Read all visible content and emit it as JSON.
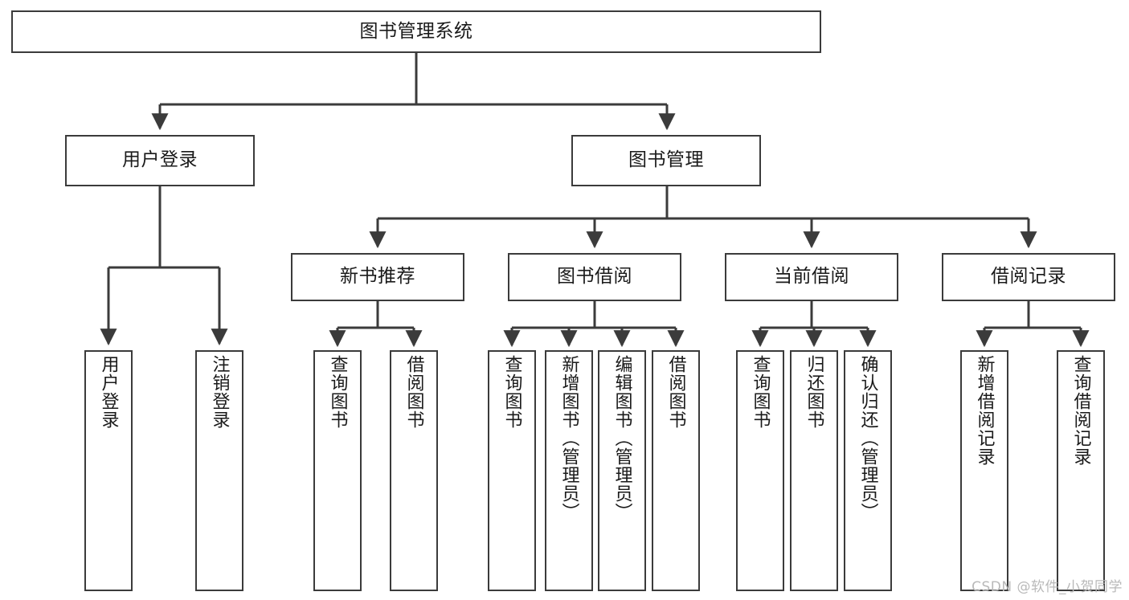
{
  "diagram": {
    "title": "图书管理系统",
    "type": "hierarchy-tree",
    "watermark": "CSDN @软件_小贺同学",
    "colors": {
      "box_border": "#3b3b3b",
      "box_fill": "#ffffff",
      "edge": "#3b3b3b",
      "text": "#1a1a1a",
      "watermark": "#b9b9b9",
      "background": "#ffffff"
    },
    "root": {
      "label": "图书管理系统"
    },
    "level2": [
      {
        "id": "user-login",
        "label": "用户登录"
      },
      {
        "id": "book-manage",
        "label": "图书管理"
      }
    ],
    "level3": [
      {
        "id": "new-book-recommend",
        "label": "新书推荐"
      },
      {
        "id": "book-borrow",
        "label": "图书借阅"
      },
      {
        "id": "current-borrow",
        "label": "当前借阅"
      },
      {
        "id": "borrow-record",
        "label": "借阅记录"
      }
    ],
    "leaves": {
      "user_login": [
        {
          "id": "leaf-user-login",
          "label": "用户登录"
        },
        {
          "id": "leaf-logout-login",
          "label": "注销登录"
        }
      ],
      "new_book_recommend": [
        {
          "id": "leaf-query-book-1",
          "label": "查询图书"
        },
        {
          "id": "leaf-borrow-book-1",
          "label": "借阅图书"
        }
      ],
      "book_borrow": [
        {
          "id": "leaf-query-book-2",
          "label": "查询图书"
        },
        {
          "id": "leaf-add-book",
          "label": "新增图书（管理员）"
        },
        {
          "id": "leaf-edit-book",
          "label": "编辑图书（管理员）"
        },
        {
          "id": "leaf-borrow-book-2",
          "label": "借阅图书"
        }
      ],
      "current_borrow": [
        {
          "id": "leaf-query-book-3",
          "label": "查询图书"
        },
        {
          "id": "leaf-return-book",
          "label": "归还图书"
        },
        {
          "id": "leaf-confirm-return",
          "label": "确认归还（管理员）"
        }
      ],
      "borrow_record": [
        {
          "id": "leaf-add-record",
          "label": "新增借阅记录"
        },
        {
          "id": "leaf-query-record",
          "label": "查询借阅记录"
        }
      ]
    }
  }
}
